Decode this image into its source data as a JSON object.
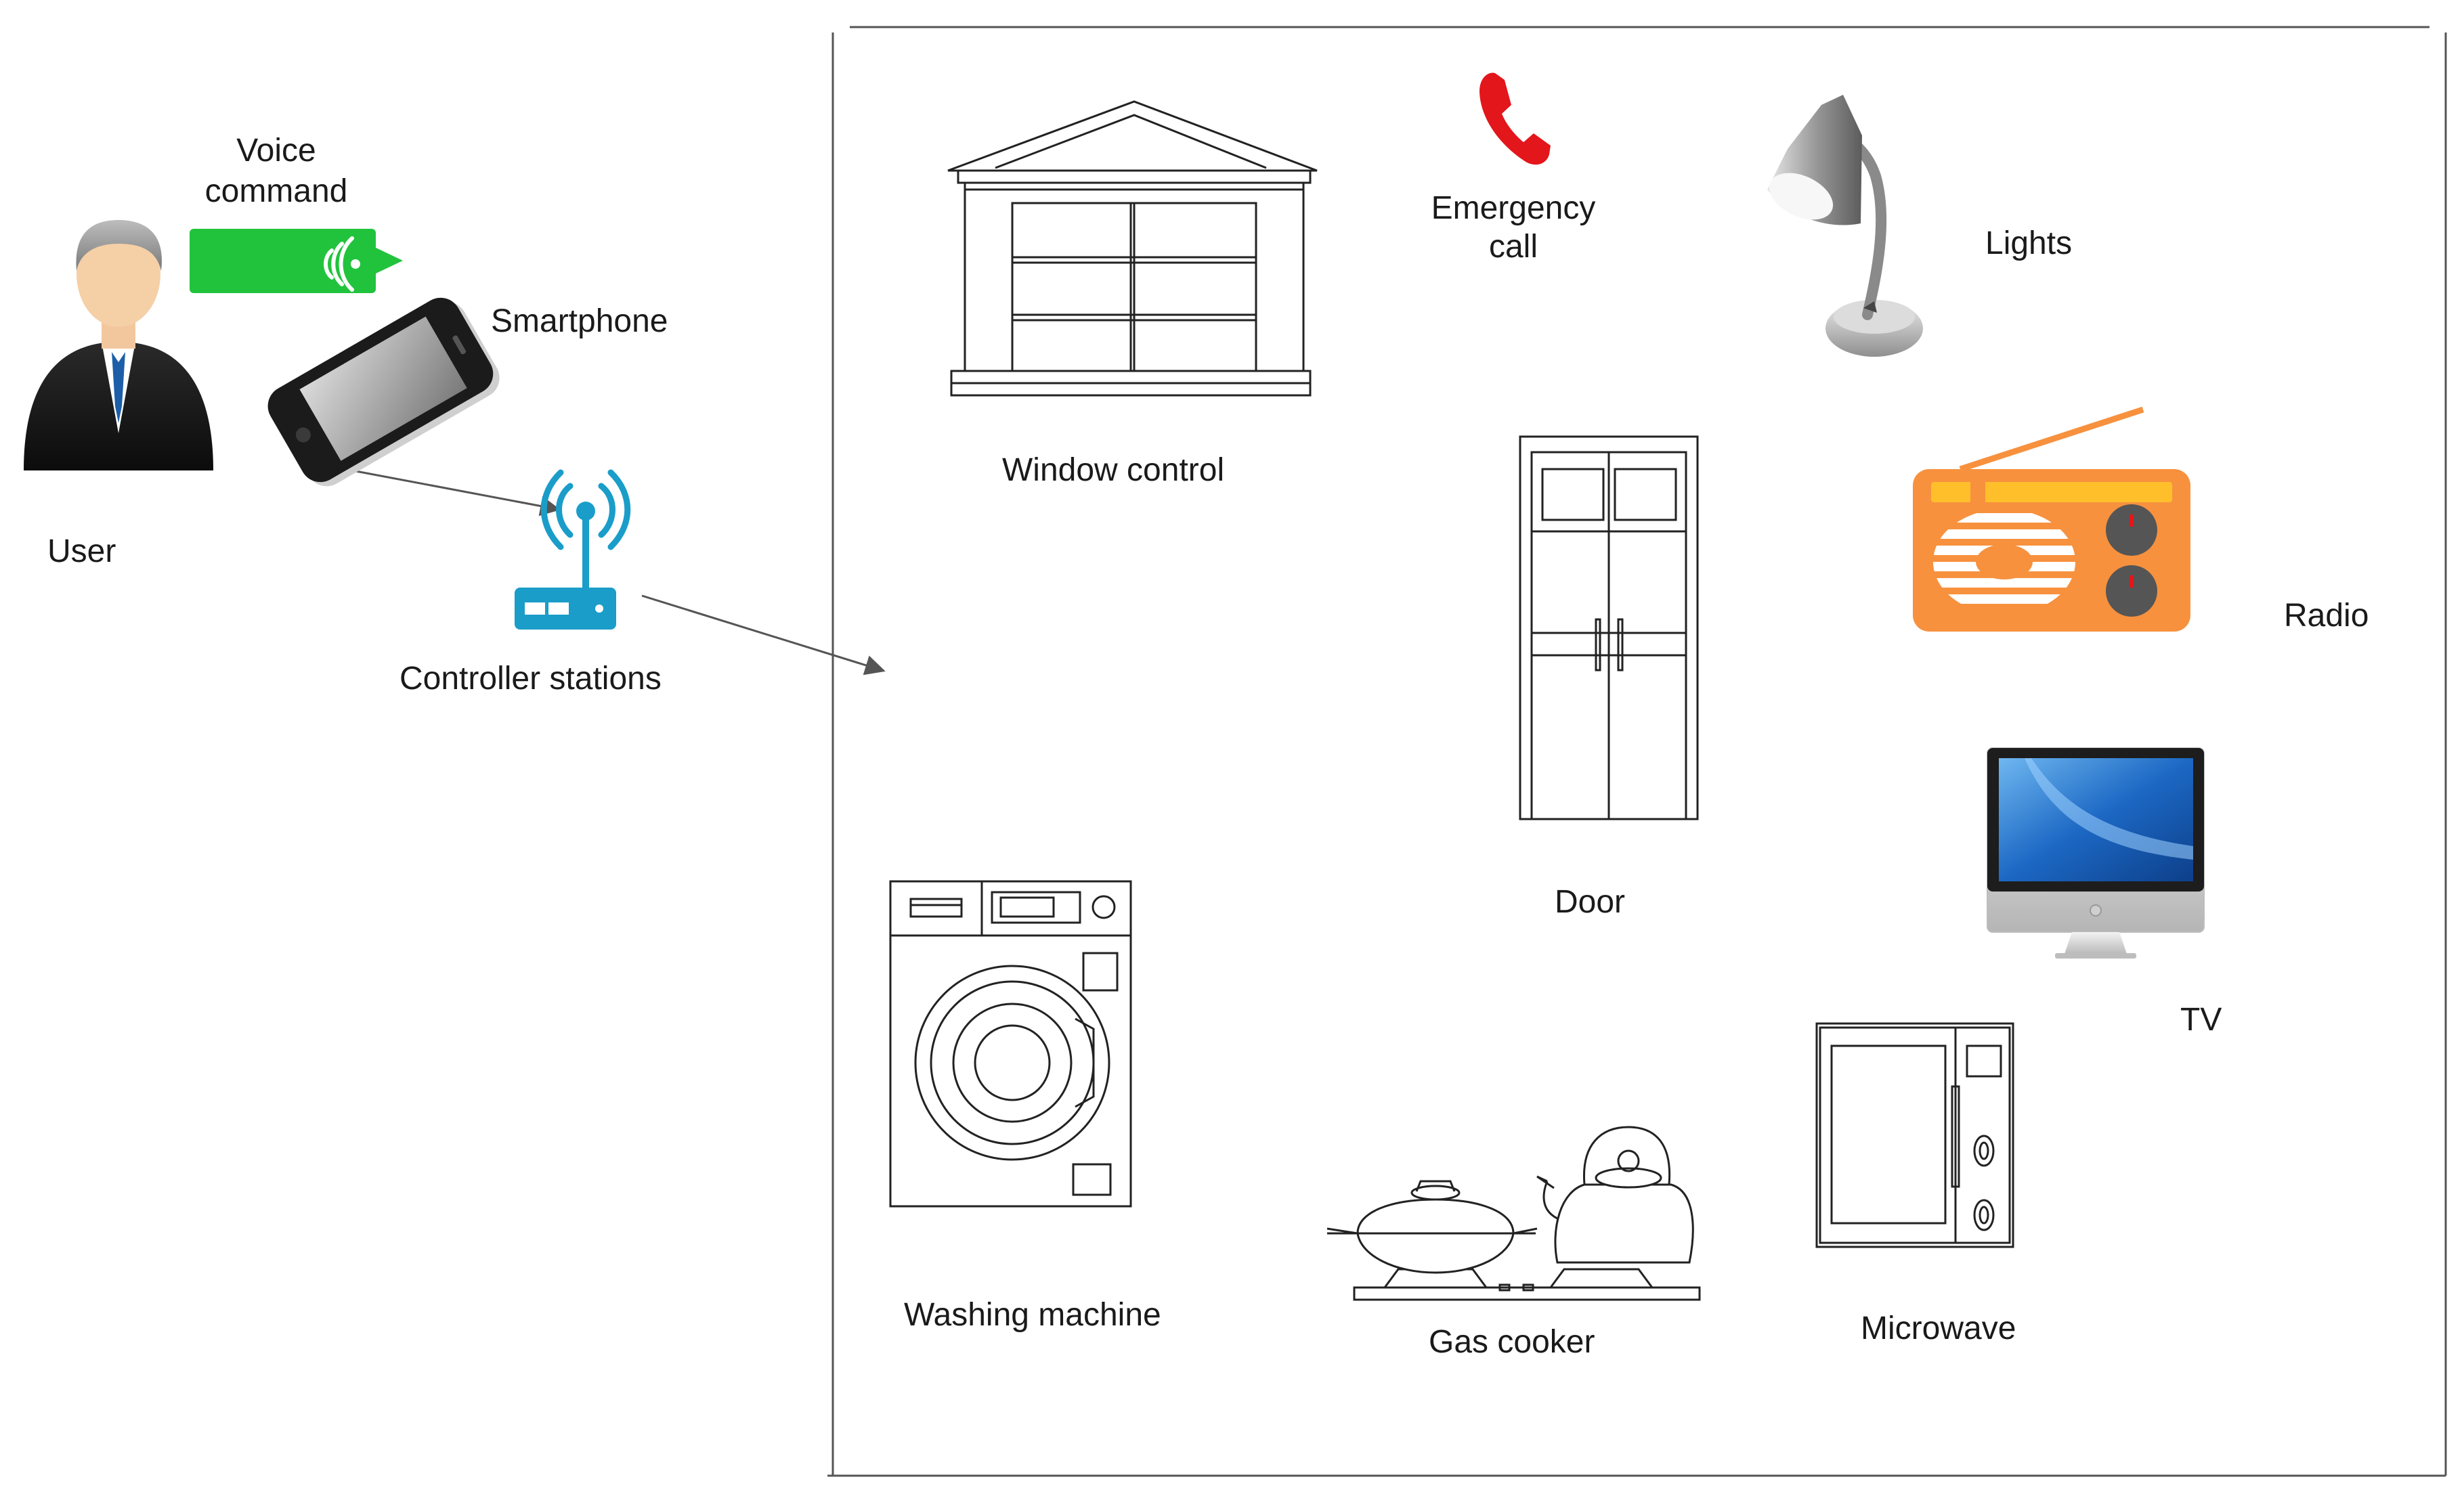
{
  "labels": {
    "voice_command_line1": "Voice",
    "voice_command_line2": "command",
    "smartphone": "Smartphone",
    "user": "User",
    "controller_stations": "Controller stations",
    "window_control": "Window control",
    "emergency_call_line1": "Emergency",
    "emergency_call_line2": "call",
    "lights": "Lights",
    "radio": "Radio",
    "door": "Door",
    "tv": "TV",
    "washing_machine": "Washing machine",
    "gas_cooker": "Gas cooker",
    "microwave": "Microwave"
  },
  "icons": {
    "user": "businessman-icon",
    "voice": "voice-bubble-icon",
    "smartphone": "smartphone-icon",
    "controller": "router-icon",
    "window": "window-icon",
    "emergency": "phone-icon",
    "lamp": "lamp-icon",
    "radio": "radio-icon",
    "door": "door-icon",
    "tv": "monitor-icon",
    "washer": "washing-machine-icon",
    "cooker": "gas-cooker-icon",
    "microwave": "microwave-icon"
  },
  "colors": {
    "voice_bubble": "#21c33c",
    "router": "#1a9dc9",
    "emergency_phone": "#e3161b",
    "radio_body": "#f7913e",
    "radio_band": "#ffbf2a",
    "tv_screen": "#1c68c4",
    "line": "#333333"
  }
}
